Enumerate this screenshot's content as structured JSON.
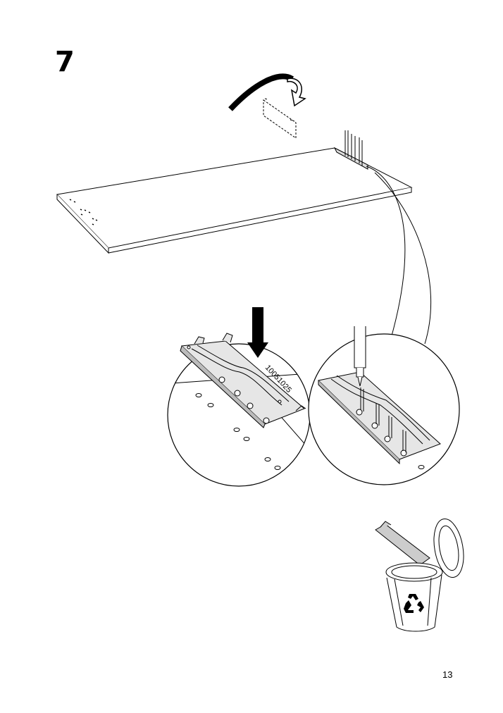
{
  "step": {
    "number": "7"
  },
  "part": {
    "code": "10051025"
  },
  "footer": {
    "page_number": "13"
  },
  "icons": {
    "rotate_arrow": "rotate-arrow-icon",
    "down_arrow": "down-arrow-icon",
    "recycle": "recycle-icon"
  },
  "colors": {
    "line": "#000000",
    "metal": "#cccccc",
    "recycle_symbol": "#000000"
  }
}
